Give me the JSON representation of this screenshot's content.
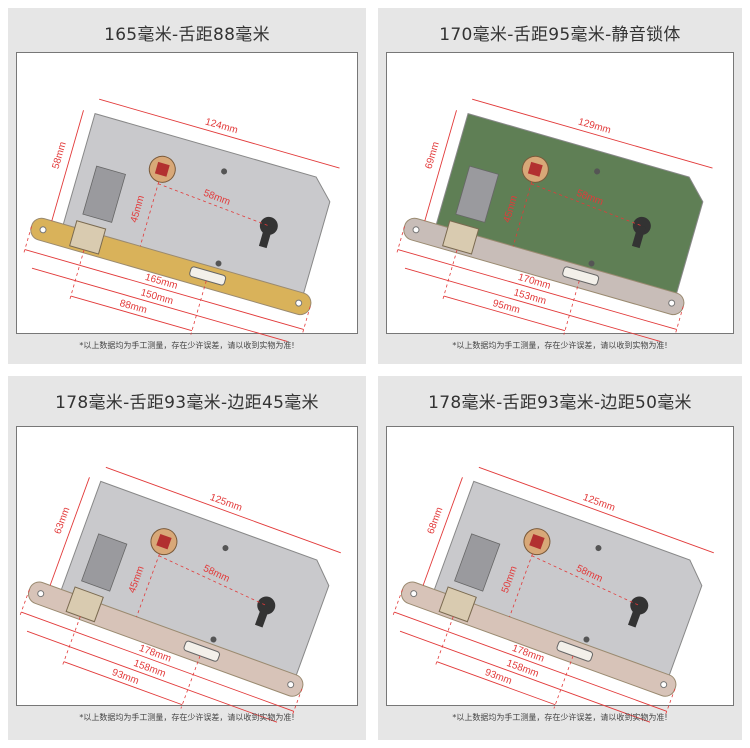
{
  "footnote": "*以上数据均为手工测量，存在少许误差，请以收到实物为准!",
  "panels": [
    {
      "title": "165毫米-舌距88毫米",
      "dims": {
        "width": "124mm",
        "height": "58mm",
        "center": "58mm",
        "backset": "45mm",
        "total": "165mm",
        "mid": "150mm",
        "spacing": "88mm"
      },
      "faceplate_color": "#d9b25a",
      "body_color": "#c9c9cc"
    },
    {
      "title": "170毫米-舌距95毫米-静音锁体",
      "dims": {
        "width": "129mm",
        "height": "69mm",
        "center": "58mm",
        "backset": "45mm",
        "total": "170mm",
        "mid": "153mm",
        "spacing": "95mm"
      },
      "faceplate_color": "#c8bdb8",
      "body_color": "#5f7f55"
    },
    {
      "title": "178毫米-舌距93毫米-边距45毫米",
      "dims": {
        "width": "125mm",
        "height": "63mm",
        "center": "58mm",
        "backset": "45mm",
        "total": "178mm",
        "mid": "158mm",
        "spacing": "93mm"
      },
      "faceplate_color": "#d7c3b8",
      "body_color": "#c9c9cc"
    },
    {
      "title": "178毫米-舌距93毫米-边距50毫米",
      "dims": {
        "width": "125mm",
        "height": "68mm",
        "center": "58mm",
        "backset": "50mm",
        "total": "178mm",
        "mid": "158mm",
        "spacing": "93mm"
      },
      "faceplate_color": "#d7c3b8",
      "body_color": "#c9c9cc"
    }
  ]
}
